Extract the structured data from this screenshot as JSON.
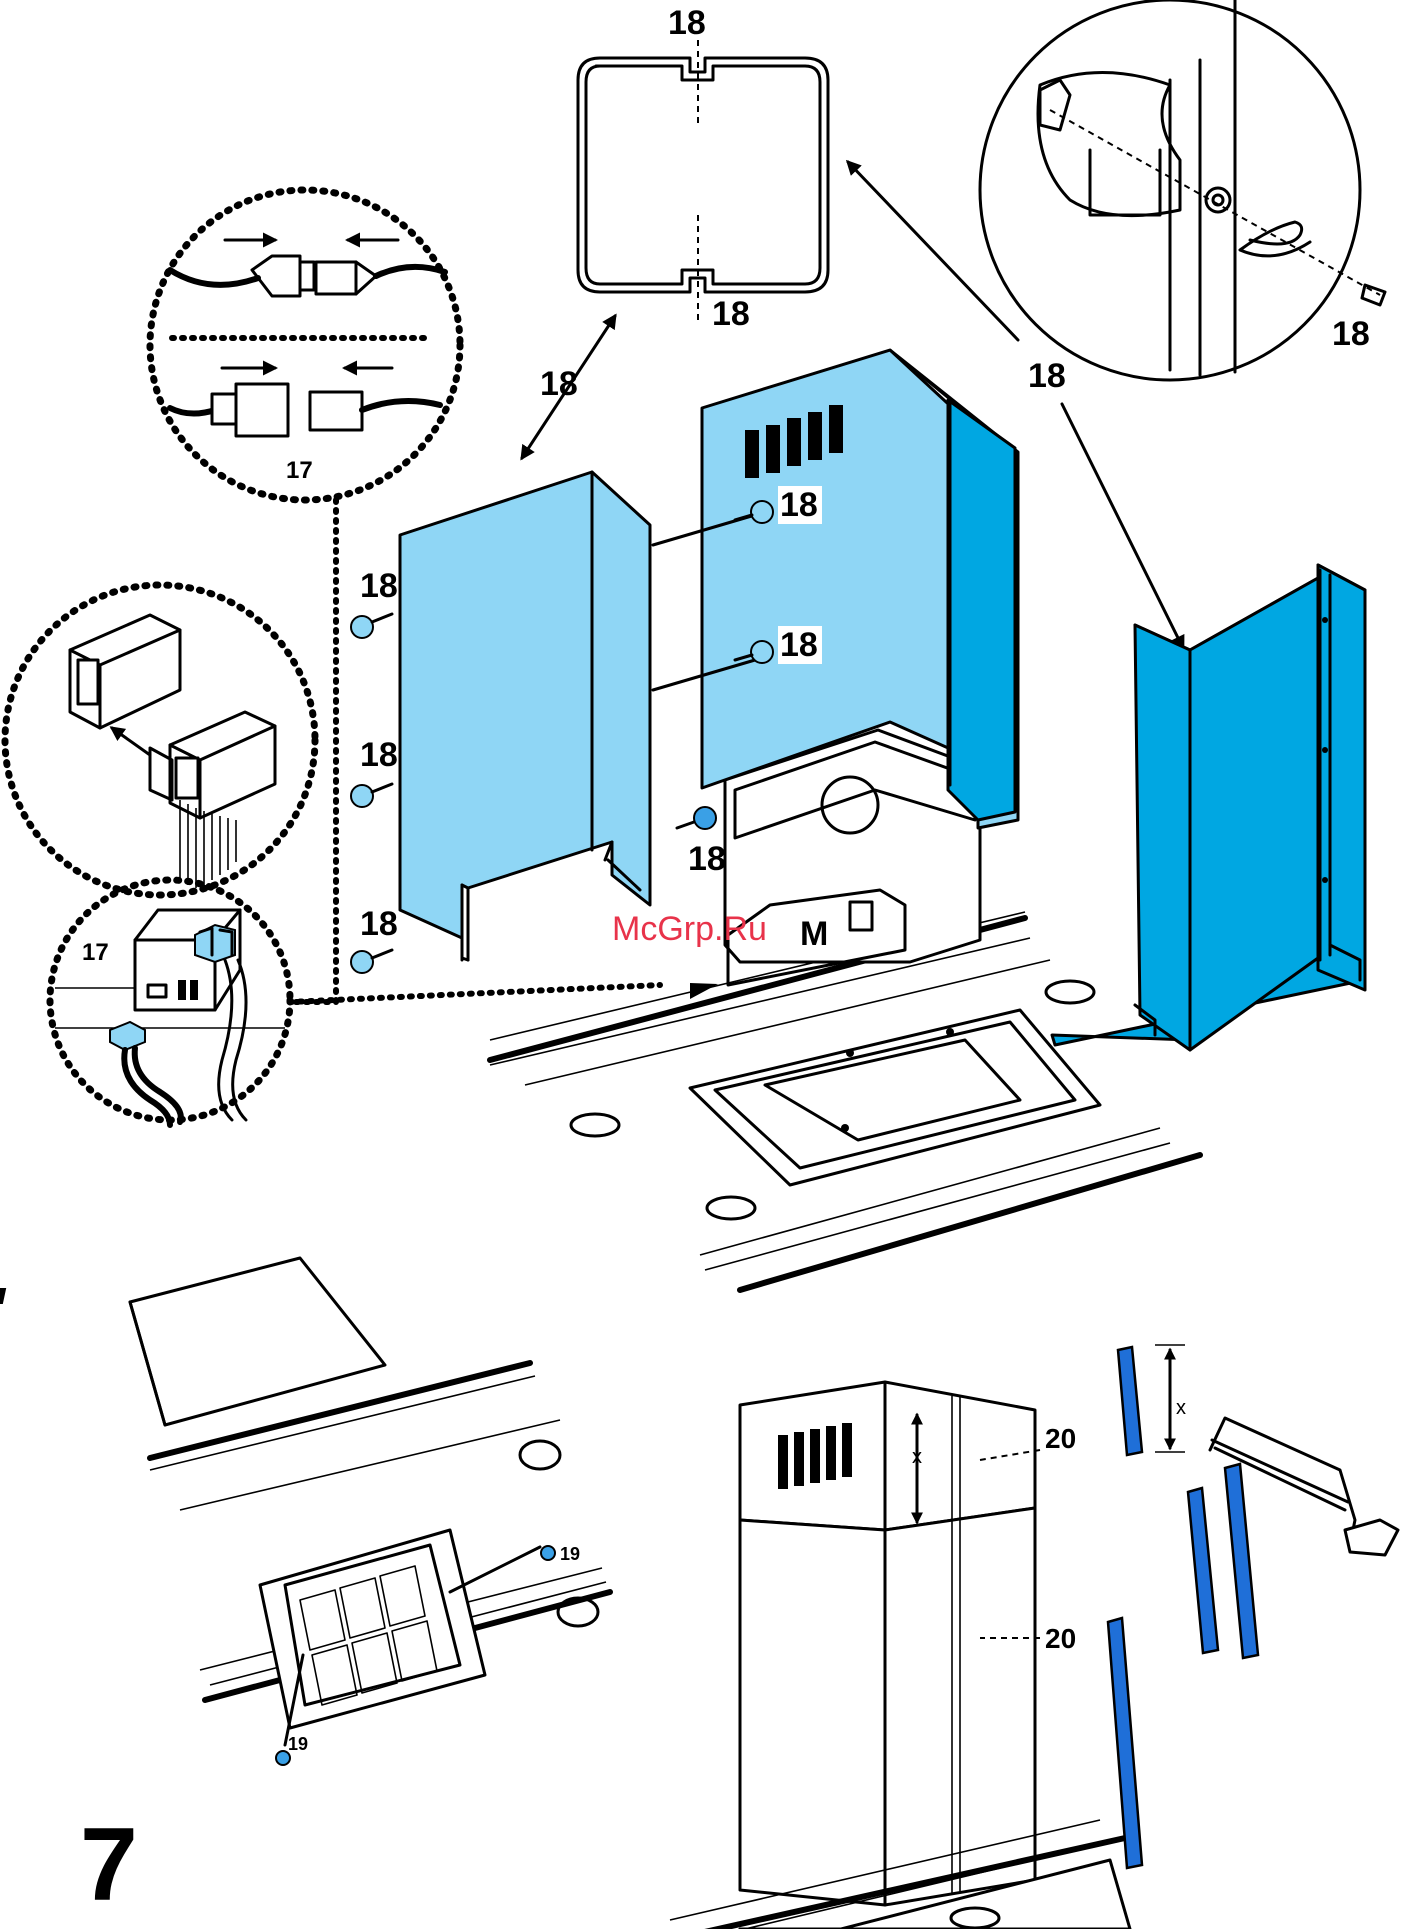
{
  "labels": {
    "chimney_screw": "18",
    "connector": "17",
    "filter_screw": "19",
    "guide_strip": "20",
    "cut_length": "x",
    "motor": "M",
    "step_number": "7"
  },
  "watermark": "McGrp.Ru",
  "colors": {
    "panel_light": "#8fd6f5",
    "panel_mid": "#00a7e2",
    "strip_dark": "#1f6fd8",
    "watermark": "#e8334a"
  }
}
